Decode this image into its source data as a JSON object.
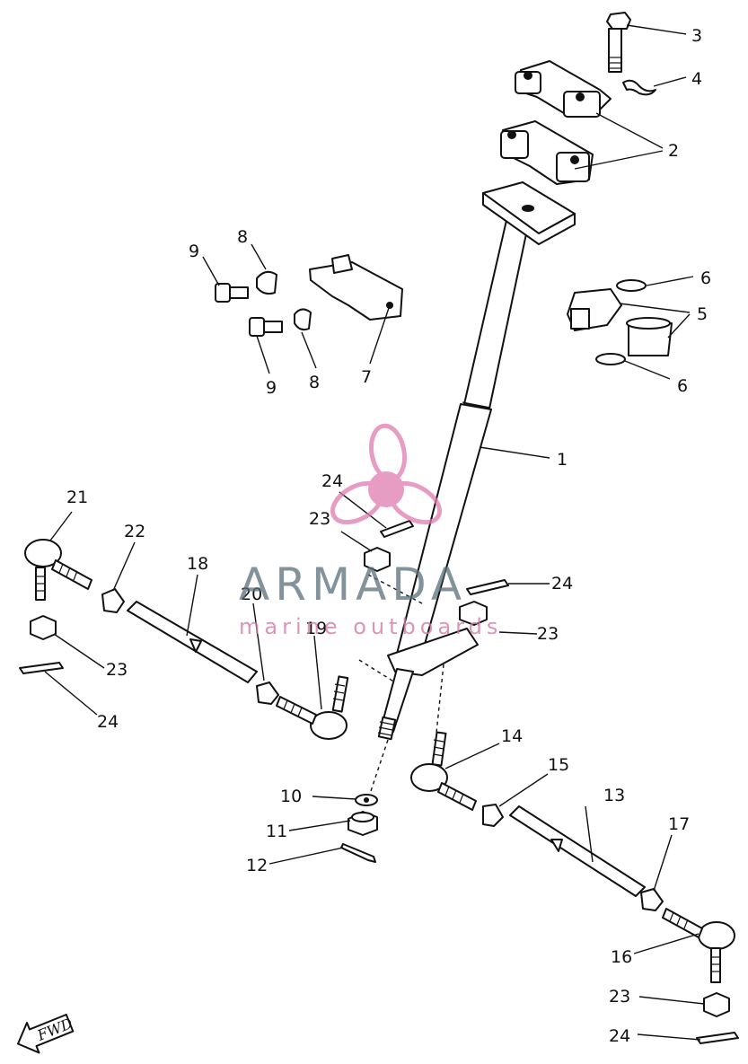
{
  "callouts": [
    {
      "label": "1"
    },
    {
      "label": "2"
    },
    {
      "label": "3"
    },
    {
      "label": "4"
    },
    {
      "label": "5"
    },
    {
      "label": "6"
    },
    {
      "label": "6"
    },
    {
      "label": "7"
    },
    {
      "label": "8"
    },
    {
      "label": "8"
    },
    {
      "label": "9"
    },
    {
      "label": "9"
    },
    {
      "label": "10"
    },
    {
      "label": "11"
    },
    {
      "label": "12"
    },
    {
      "label": "13"
    },
    {
      "label": "14"
    },
    {
      "label": "15"
    },
    {
      "label": "16"
    },
    {
      "label": "17"
    },
    {
      "label": "18"
    },
    {
      "label": "19"
    },
    {
      "label": "20"
    },
    {
      "label": "21"
    },
    {
      "label": "22"
    },
    {
      "label": "23"
    },
    {
      "label": "23"
    },
    {
      "label": "23"
    },
    {
      "label": "23"
    },
    {
      "label": "24"
    },
    {
      "label": "24"
    },
    {
      "label": "24"
    },
    {
      "label": "24"
    }
  ],
  "watermark": {
    "brand": "ARMADA",
    "tagline": "marine outboards",
    "logo_color": "#e07bb0",
    "text_color": "#5a6f7a"
  },
  "direction_marker": {
    "label": "FWD"
  }
}
